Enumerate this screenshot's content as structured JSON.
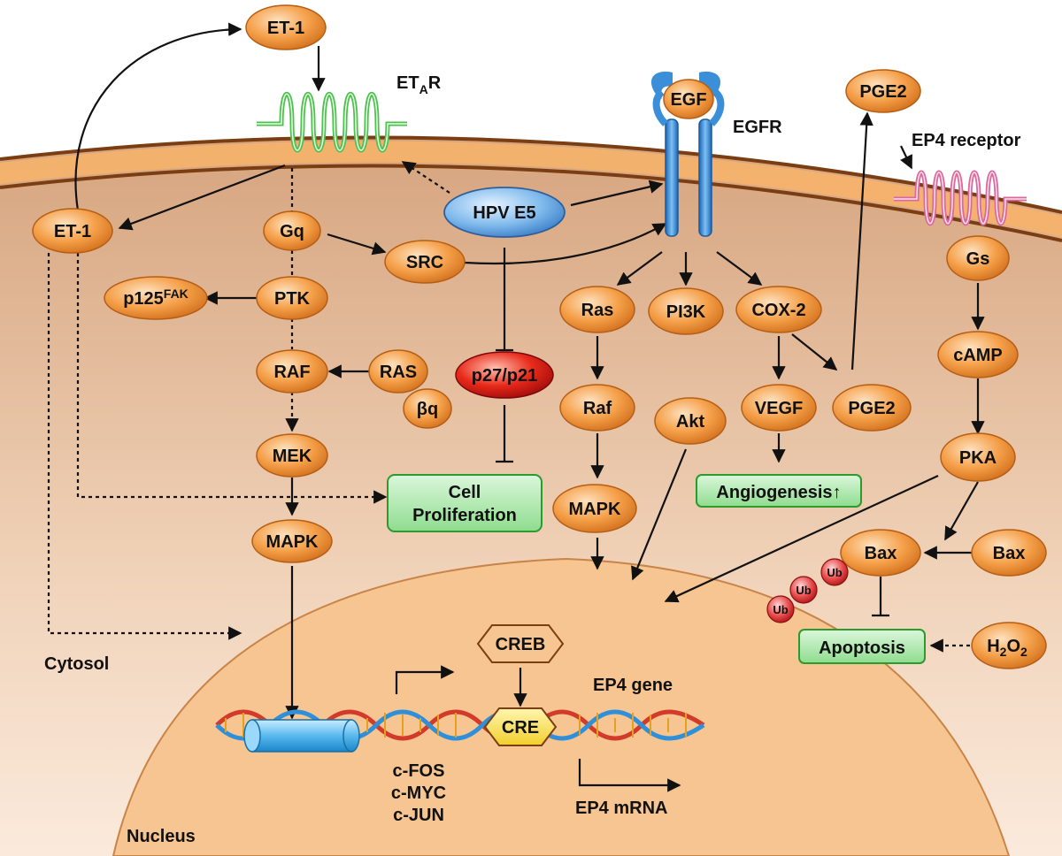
{
  "labels": {
    "et1_top": "ET-1",
    "et1_left": "ET-1",
    "eta_r_main": "ET",
    "eta_r_sub": "A",
    "eta_r_end": "R",
    "egf": "EGF",
    "egfr": "EGFR",
    "pge2_top": "PGE2",
    "ep4_receptor": "EP4 receptor",
    "gq": "Gq",
    "hpv_e5": "HPV E5",
    "src": "SRC",
    "p125_main": "p125",
    "p125_sup": "FAK",
    "ptk": "PTK",
    "raf_left": "RAF",
    "ras_left": "RAS",
    "beta_q": "βq",
    "mek": "MEK",
    "mapk_left": "MAPK",
    "p27p21": "p27/p21",
    "cell_prolif_1": "Cell",
    "cell_prolif_2": "Proliferation",
    "ras_mid": "Ras",
    "pi3k": "PI3K",
    "cox2": "COX-2",
    "raf_mid": "Raf",
    "akt": "Akt",
    "vegf": "VEGF",
    "pge2_mid": "PGE2",
    "mapk_mid": "MAPK",
    "angiogenesis": "Angiogenesis",
    "angio_arrow": "↑",
    "gs": "Gs",
    "camp": "cAMP",
    "pka": "PKA",
    "bax_center": "Bax",
    "bax_right": "Bax",
    "ub1": "Ub",
    "ub2": "Ub",
    "ub3": "Ub",
    "apoptosis": "Apoptosis",
    "h2o2_main": "H",
    "h2o2_sub1": "2",
    "h2o2_mid": "O",
    "h2o2_sub2": "2",
    "cytosol": "Cytosol",
    "nucleus": "Nucleus",
    "creb": "CREB",
    "cre": "CRE",
    "ep4_gene": "EP4 gene",
    "cfos": "c-FOS",
    "cmyc": "c-MYC",
    "cjun": "c-JUN",
    "ep4_mrna": "EP4 mRNA"
  },
  "colors": {
    "node_orange": "#f5a04a",
    "node_orange_dark": "#c96a1a",
    "hpv_blue": "#6aaee6",
    "p27_red": "#e02020",
    "green_box": "#9fe39f",
    "cytoplasm": "#e9c3a4",
    "nucleus": "#f2b982",
    "membrane": "#8a4a1a",
    "receptor_green": "#4fc04f",
    "receptor_pink": "#e07aa8",
    "egfr_blue": "#3a8fd8"
  }
}
